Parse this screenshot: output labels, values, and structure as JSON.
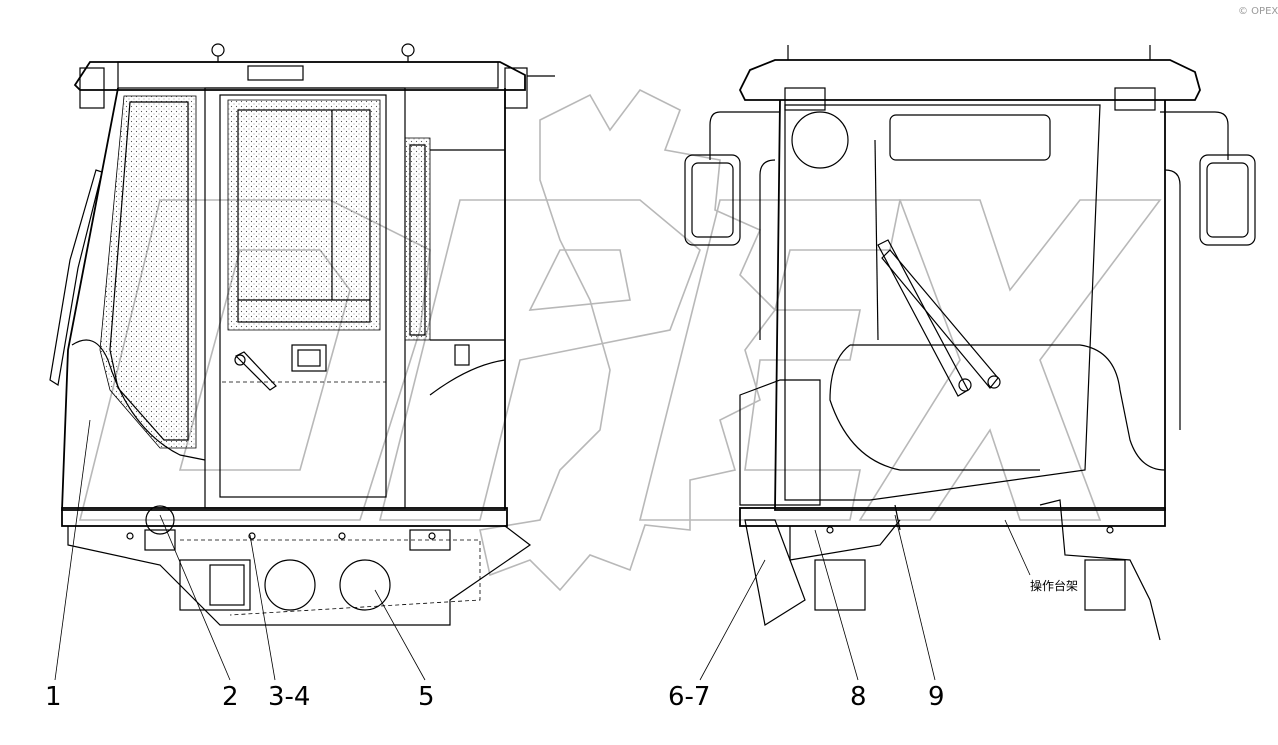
{
  "callouts": [
    {
      "id": "1",
      "label": "1"
    },
    {
      "id": "2",
      "label": "2"
    },
    {
      "id": "3",
      "label": "3-4"
    },
    {
      "id": "4",
      "label": "5"
    },
    {
      "id": "5",
      "label": "6-7"
    },
    {
      "id": "6",
      "label": "8"
    },
    {
      "id": "7",
      "label": "9"
    }
  ],
  "annotations": {
    "console_frame": "操作台架"
  },
  "watermark": {
    "brand_text": "OPEX",
    "copyright_mark": "© OPEX"
  }
}
